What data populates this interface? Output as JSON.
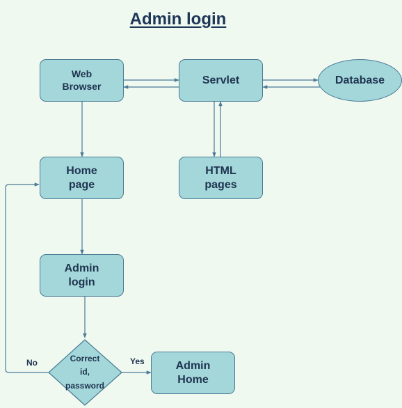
{
  "title": "Admin login",
  "nodes": {
    "web_browser": "Web\nBrowser",
    "servlet": "Servlet",
    "database": "Database",
    "home_page": "Home\npage",
    "html_pages": "HTML\npages",
    "admin_login": "Admin\nlogin",
    "decision": "Correct\nid,\npassword",
    "admin_home": "Admin\nHome"
  },
  "edge_labels": {
    "no": "No",
    "yes": "Yes"
  },
  "colors": {
    "background": "#f0f9f0",
    "node_fill": "#a3d7d9",
    "node_stroke": "#4a7a95",
    "edge": "#4a7a95",
    "text": "#1f3350"
  }
}
